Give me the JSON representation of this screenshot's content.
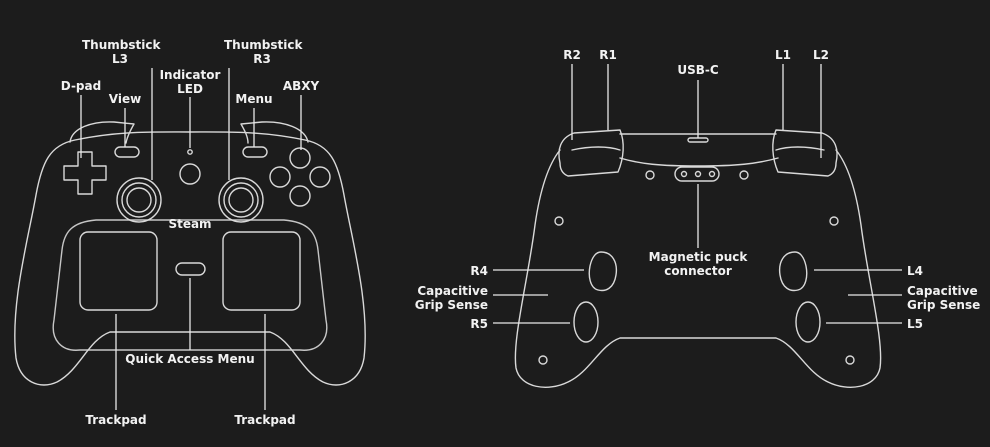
{
  "colors": {
    "background": "#1c1c1c",
    "outline": "#d9d9d9",
    "text": "#f2f2f2"
  },
  "front": {
    "thumbstick_l3": [
      "Thumbstick",
      "L3"
    ],
    "thumbstick_r3": [
      "Thumbstick",
      "R3"
    ],
    "indicator_led": [
      "Indicator",
      "LED"
    ],
    "dpad": "D-pad",
    "view": "View",
    "menu": "Menu",
    "abxy": "ABXY",
    "steam": "Steam",
    "quick_access_menu": "Quick Access Menu",
    "trackpad_left": "Trackpad",
    "trackpad_right": "Trackpad"
  },
  "back": {
    "r2": "R2",
    "r1": "R1",
    "usb_c": "USB-C",
    "l1": "L1",
    "l2": "L2",
    "magnetic_puck": [
      "Magnetic puck",
      "connector"
    ],
    "r4": "R4",
    "l4": "L4",
    "capacitive_left": [
      "Capacitive",
      "Grip Sense"
    ],
    "capacitive_right": [
      "Capacitive",
      "Grip Sense"
    ],
    "r5": "R5",
    "l5": "L5"
  }
}
